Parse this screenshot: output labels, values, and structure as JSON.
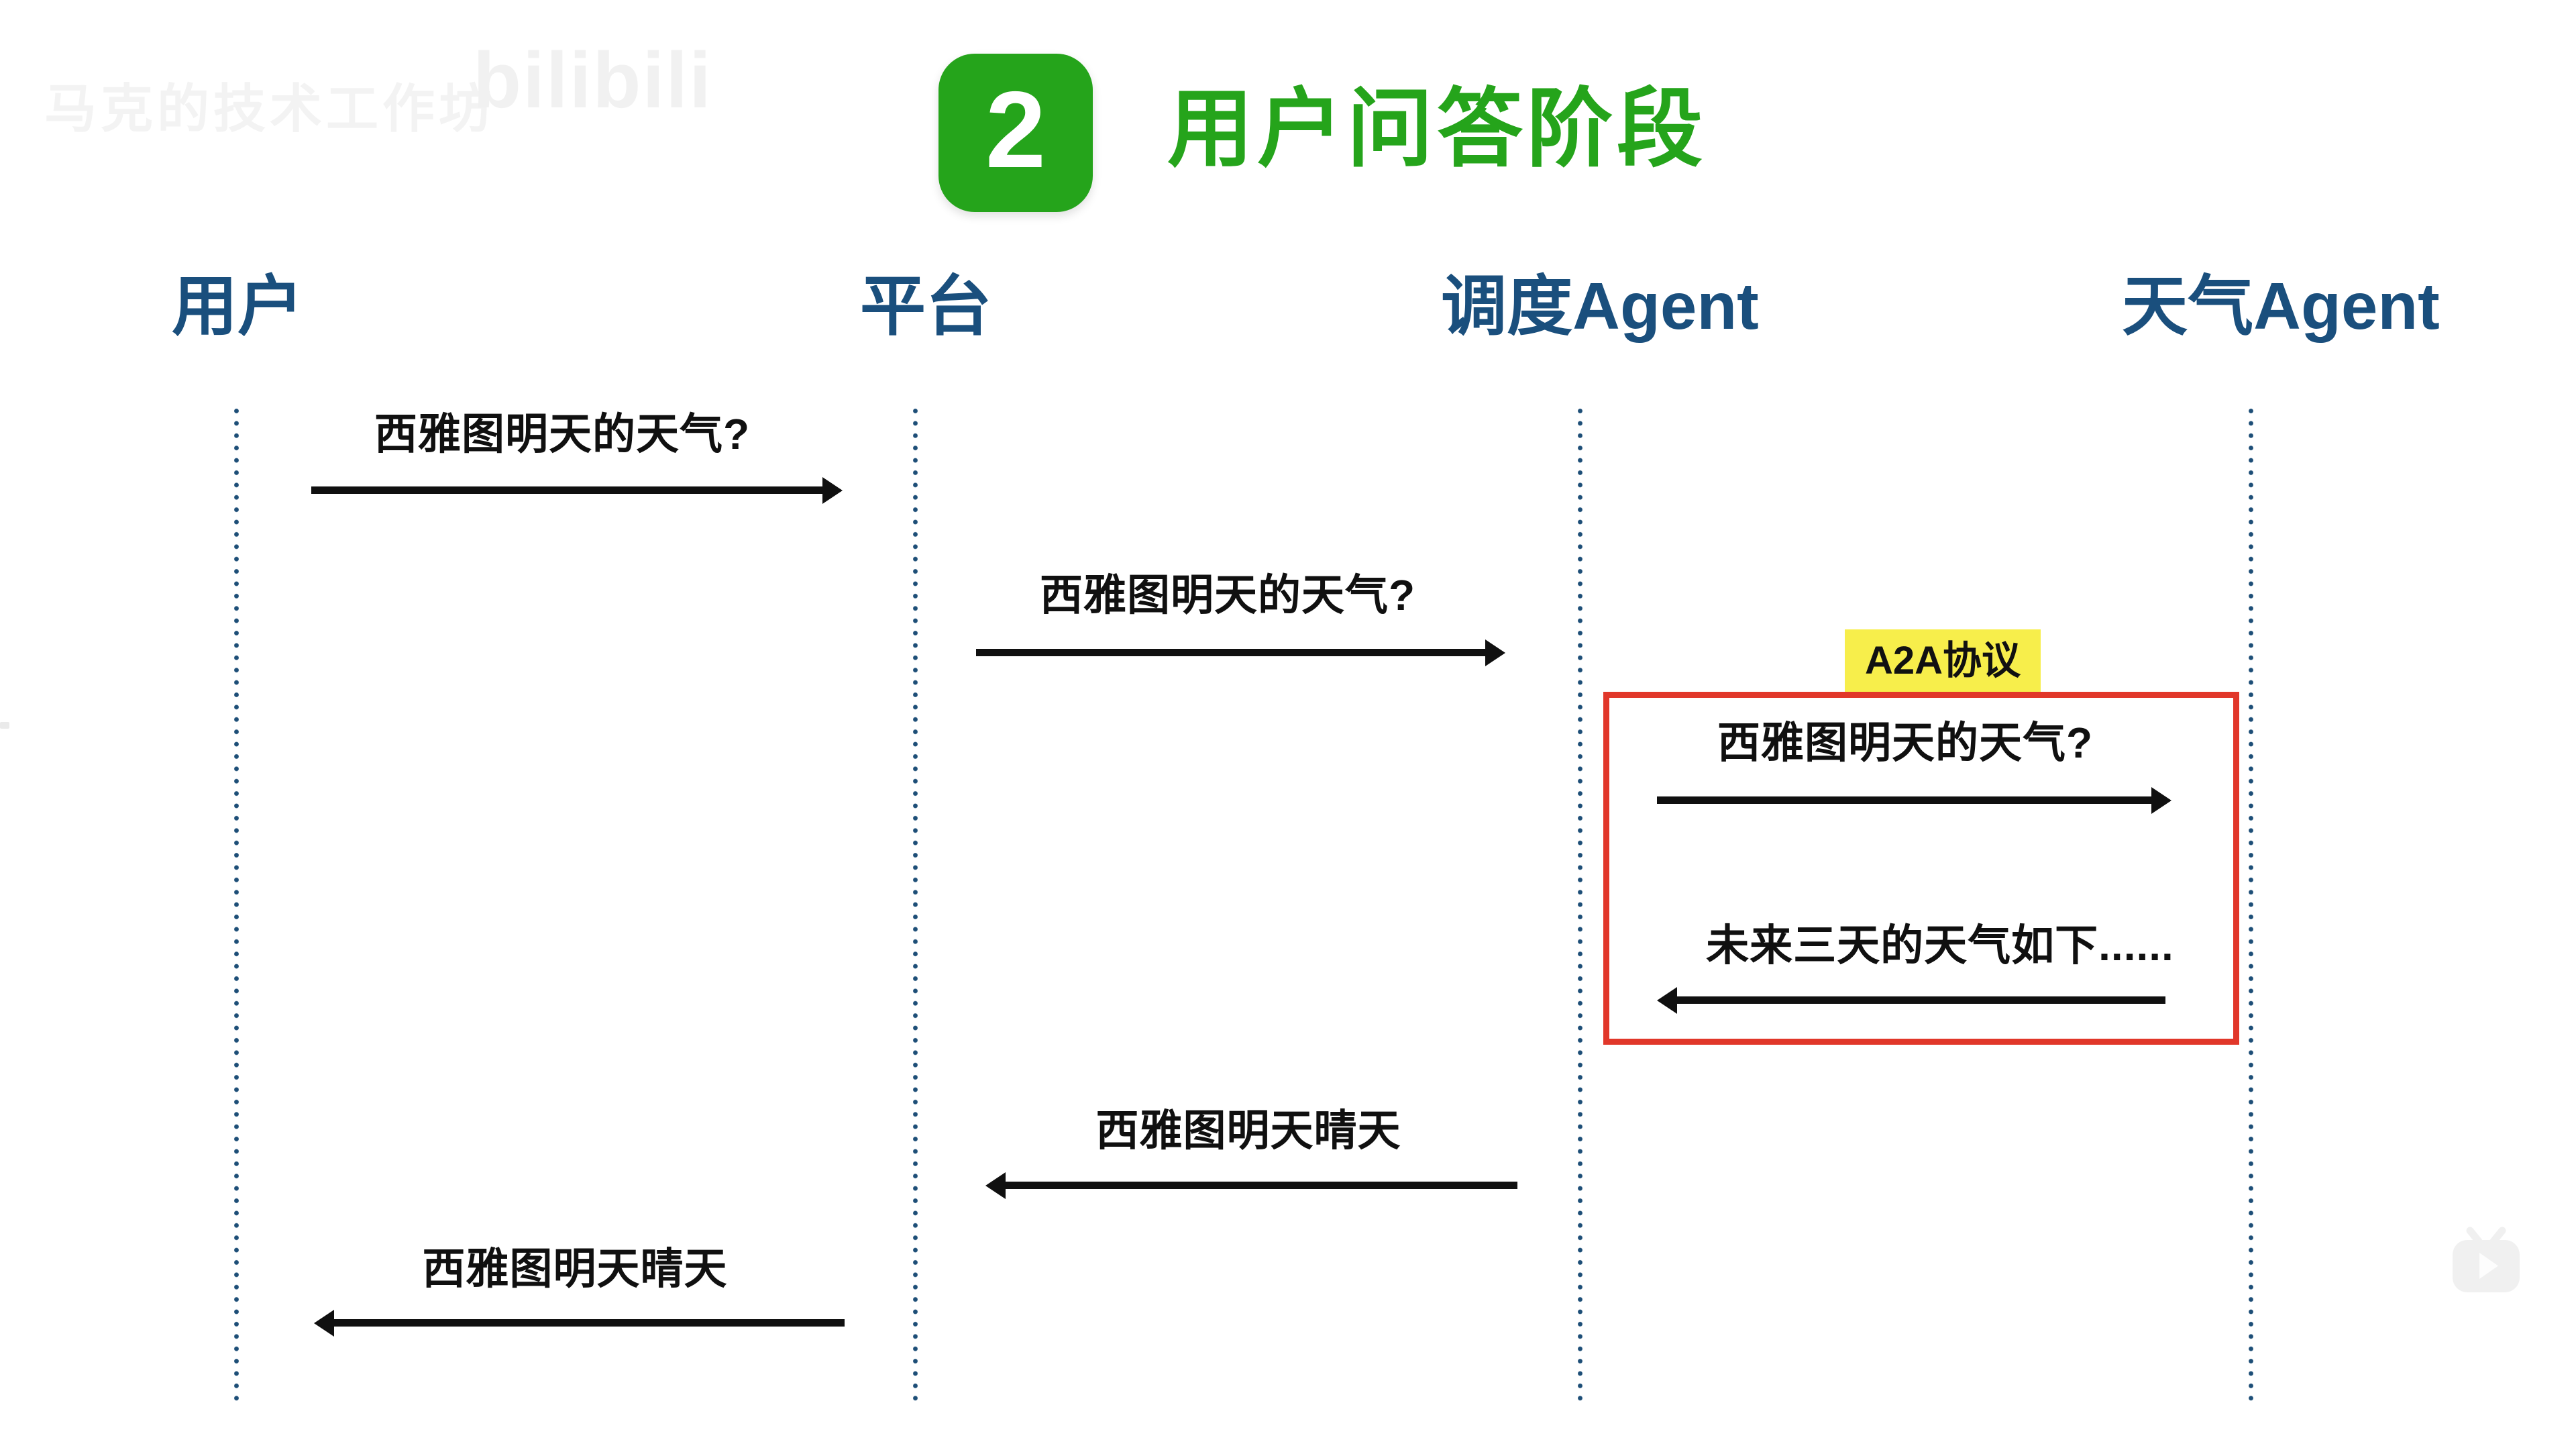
{
  "watermark": {
    "studio": "马克的技术工作坊",
    "platform": "bilibili"
  },
  "header": {
    "step_number": "2",
    "title": "用户问答阶段"
  },
  "actors": [
    {
      "id": "user",
      "label": "用户"
    },
    {
      "id": "platform",
      "label": "平台"
    },
    {
      "id": "dispatch-agent",
      "label": "调度Agent"
    },
    {
      "id": "weather-agent",
      "label": "天气Agent"
    }
  ],
  "messages": [
    {
      "text": "西雅图明天的天气?",
      "from": "用户",
      "to": "平台",
      "direction": "right"
    },
    {
      "text": "西雅图明天的天气?",
      "from": "平台",
      "to": "调度Agent",
      "direction": "right"
    },
    {
      "text": "西雅图明天的天气?",
      "from": "调度Agent",
      "to": "天气Agent",
      "direction": "right"
    },
    {
      "text": "未来三天的天气如下......",
      "from": "天气Agent",
      "to": "调度Agent",
      "direction": "left"
    },
    {
      "text": "西雅图明天晴天",
      "from": "调度Agent",
      "to": "平台",
      "direction": "left"
    },
    {
      "text": "西雅图明天晴天",
      "from": "平台",
      "to": "用户",
      "direction": "left"
    }
  ],
  "a2a": {
    "label": "A2A协议"
  },
  "colors": {
    "accent_green": "#25a41b",
    "actor_blue": "#1a4f7d",
    "lifeline_blue": "#1d4e77",
    "highlight_yellow": "#f7ee4b",
    "group_box_red": "#e1372a",
    "message_black": "#101010"
  },
  "icons": {
    "bottom_right": "bilibili-tv-play-icon"
  }
}
